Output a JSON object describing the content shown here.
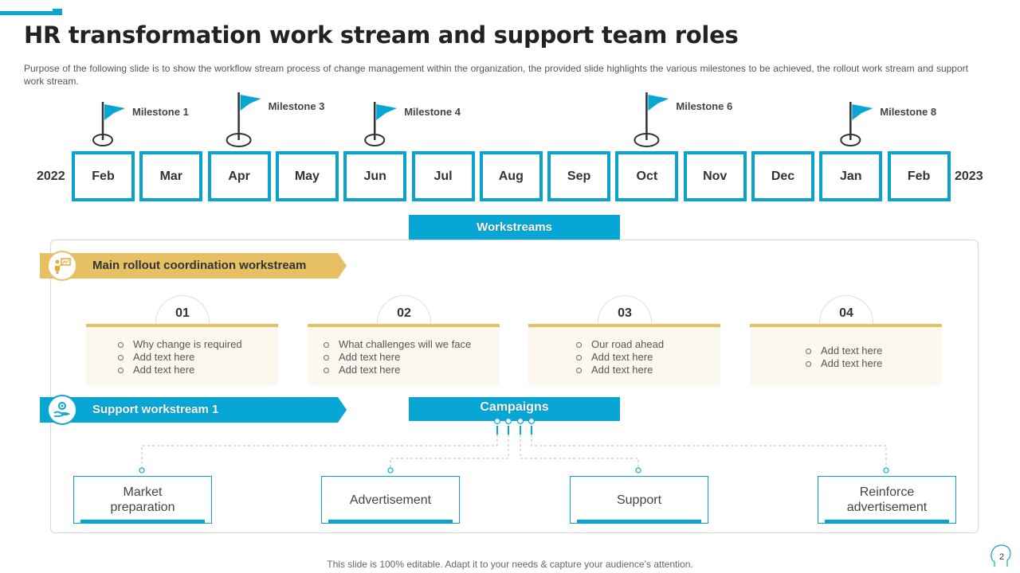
{
  "title": "HR transformation work stream and support team roles",
  "subtitle": "Purpose of the following slide is to show the workflow stream process of change management within the organization, the provided  slide highlights the various milestones to be achieved,  the rollout work stream and support work stream.",
  "timeline": {
    "start_year": "2022",
    "end_year": "2023",
    "months": [
      "Feb",
      "Mar",
      "Apr",
      "May",
      "Jun",
      "Jul",
      "Aug",
      "Sep",
      "Oct",
      "Nov",
      "Dec",
      "Jan",
      "Feb"
    ],
    "milestones": [
      {
        "label": "Milestone 1",
        "month_index": 0
      },
      {
        "label": "Milestone 3",
        "month_index": 2
      },
      {
        "label": "Milestone 4",
        "month_index": 4
      },
      {
        "label": "Milestone 6",
        "month_index": 8
      },
      {
        "label": "Milestone 8",
        "month_index": 11
      }
    ]
  },
  "workstreams": {
    "header": "Workstreams",
    "main_rollout": {
      "label": "Main rollout coordination workstream",
      "icon": "presentation-icon",
      "color": "#e8c064"
    },
    "cards": [
      {
        "number": "01",
        "items": [
          "Why change is required",
          "Add text here",
          "Add text here"
        ]
      },
      {
        "number": "02",
        "items": [
          "What challenges will we face",
          "Add text here",
          "Add text here"
        ]
      },
      {
        "number": "03",
        "items": [
          "Our road ahead",
          "Add text here",
          "Add text here"
        ]
      },
      {
        "number": "04",
        "items": [
          "Add text here",
          "Add text here"
        ]
      }
    ],
    "support": {
      "label": "Support workstream 1",
      "icon": "hand-gear-icon",
      "color": "#07a6d4"
    }
  },
  "campaigns": {
    "header": "Campaigns",
    "items": [
      {
        "label": "Market preparation"
      },
      {
        "label": "Advertisement"
      },
      {
        "label": "Support"
      },
      {
        "label": "Reinforce advertisement"
      }
    ]
  },
  "footer": "This slide is 100% editable. Adapt it to your needs & capture your audience’s attention.",
  "page_number": "2",
  "colors": {
    "accent_blue": "#07a6d4",
    "accent_gold": "#e8c064",
    "card_bg": "#fcf8ef"
  }
}
